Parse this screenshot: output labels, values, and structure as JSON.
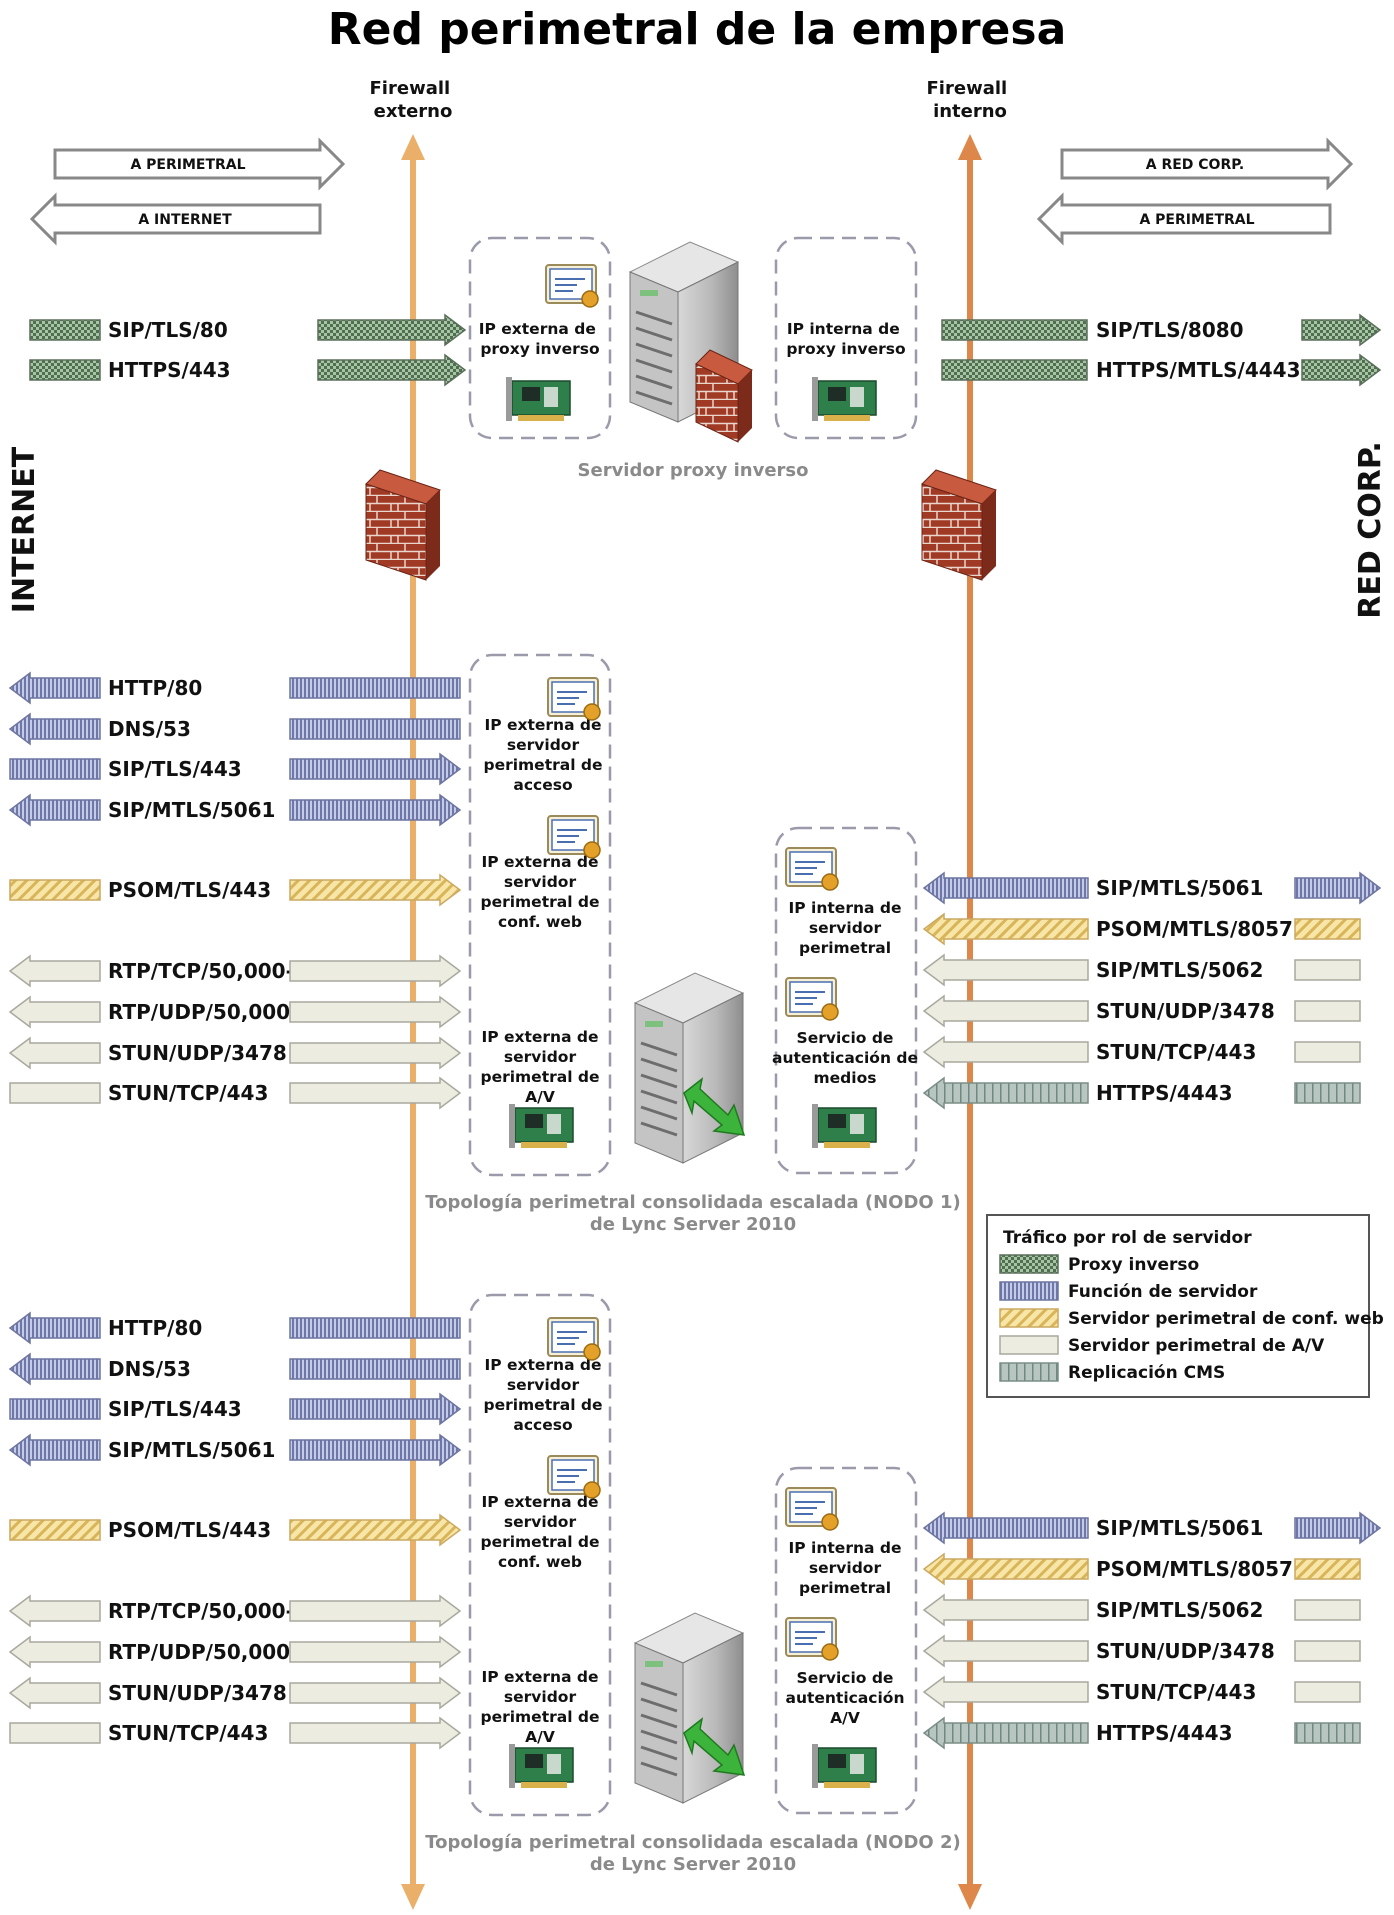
{
  "title": "Red perimetral de la empresa",
  "side_labels": {
    "left": "INTERNET",
    "right": "RED CORP."
  },
  "firewalls": {
    "external": [
      "Firewall",
      "externo"
    ],
    "internal": [
      "Firewall",
      "interno"
    ]
  },
  "direction_arrows": {
    "left_right": "A PERIMETRAL",
    "left_left": "A INTERNET",
    "right_right": "A RED CORP.",
    "right_left": "A PERIMETRAL"
  },
  "proxy": {
    "external_box": [
      "IP externa de",
      "proxy inverso"
    ],
    "internal_box": [
      "IP interna de",
      "proxy inverso"
    ],
    "caption": "Servidor proxy inverso",
    "left_ports": [
      "SIP/TLS/80",
      "HTTPS/443"
    ],
    "right_ports": [
      "SIP/TLS/8080",
      "HTTPS/MTLS/4443"
    ]
  },
  "nodes": [
    {
      "caption": [
        "Topología perimetral consolidada escalada (NODO 1)",
        "de Lync Server 2010"
      ],
      "ext_access": [
        "IP externa de",
        "servidor",
        "perimetral de",
        "acceso"
      ],
      "ext_web": [
        "IP externa de",
        "servidor",
        "perimetral de",
        "conf. web"
      ],
      "ext_av": [
        "IP externa de",
        "servidor",
        "perimetral de",
        "A/V"
      ],
      "int_edge": [
        "IP interna de",
        "servidor",
        "perimetral"
      ],
      "int_auth": [
        "Servicio de",
        "autenticación de",
        "medios"
      ],
      "left_ports": [
        "HTTP/80",
        "DNS/53",
        "SIP/TLS/443",
        "SIP/MTLS/5061",
        "PSOM/TLS/443",
        "RTP/TCP/50,000-59,999",
        "RTP/UDP/50,000-59,999",
        "STUN/UDP/3478",
        "STUN/TCP/443"
      ],
      "right_ports": [
        "SIP/MTLS/5061",
        "PSOM/MTLS/8057",
        "SIP/MTLS/5062",
        "STUN/UDP/3478",
        "STUN/TCP/443",
        "HTTPS/4443"
      ]
    },
    {
      "caption": [
        "Topología perimetral consolidada escalada (NODO 2)",
        "de Lync Server 2010"
      ],
      "ext_access": [
        "IP externa de",
        "servidor",
        "perimetral de",
        "acceso"
      ],
      "ext_web": [
        "IP externa de",
        "servidor",
        "perimetral de",
        "conf. web"
      ],
      "ext_av": [
        "IP externa de",
        "servidor",
        "perimetral de",
        "A/V"
      ],
      "int_edge": [
        "IP interna de",
        "servidor",
        "perimetral"
      ],
      "int_auth": [
        "Servicio de",
        "autenticación",
        "A/V"
      ],
      "left_ports": [
        "HTTP/80",
        "DNS/53",
        "SIP/TLS/443",
        "SIP/MTLS/5061",
        "PSOM/TLS/443",
        "RTP/TCP/50,000-59,999",
        "RTP/UDP/50,000-59,999",
        "STUN/UDP/3478",
        "STUN/TCP/443"
      ],
      "right_ports": [
        "SIP/MTLS/5061",
        "PSOM/MTLS/8057",
        "SIP/MTLS/5062",
        "STUN/UDP/3478",
        "STUN/TCP/443",
        "HTTPS/4443"
      ]
    }
  ],
  "legend": {
    "title": "Tráfico por rol de servidor",
    "items": [
      "Proxy inverso",
      "Función de servidor",
      "Servidor perimetral de conf. web",
      "Servidor perimetral de A/V",
      "Replicación CMS"
    ]
  },
  "colors": {
    "proxy": "#9ab89a",
    "access": "#9aa3cc",
    "web": "#f2d98c",
    "av": "#ecece0",
    "cms": "#aabbb4",
    "firewall_external": "#e9a45b",
    "firewall_internal": "#d97f3a"
  }
}
